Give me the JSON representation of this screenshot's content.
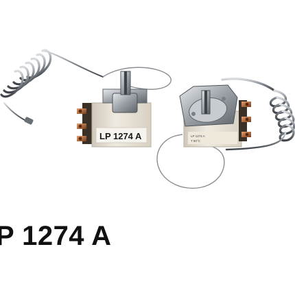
{
  "photo": {
    "left_thermostat_label": "LP 1274 A",
    "right_thermostat_label_line1": "LP 1274 A",
    "right_thermostat_label_line2": "T 90°C"
  },
  "caption": {
    "text": "P 1274 A"
  },
  "colors": {
    "background": "#ffffff",
    "steel": "#9aa0a6",
    "ceramic": "#e8e2d6",
    "copper": "#b0642e"
  }
}
